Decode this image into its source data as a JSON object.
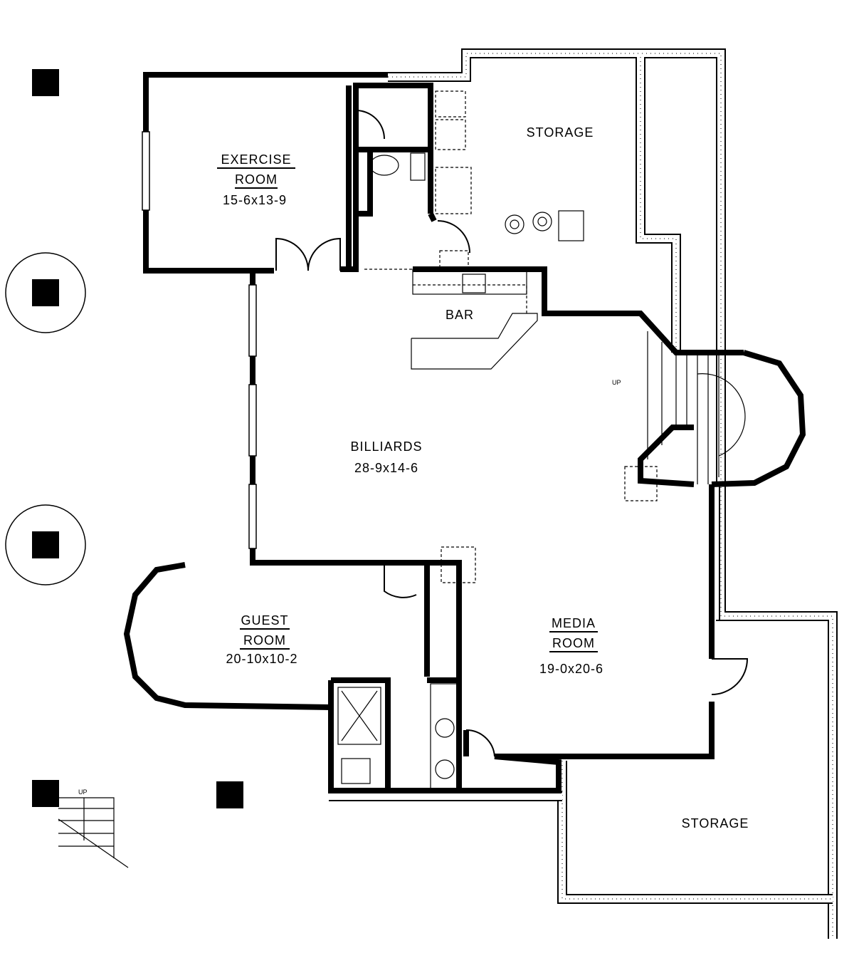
{
  "rooms": {
    "exercise": {
      "line1": "EXERCISE",
      "line2": "ROOM",
      "size": "15-6x13-9"
    },
    "storage_top": {
      "name": "STORAGE"
    },
    "bar": {
      "name": "BAR"
    },
    "billiards": {
      "name": "BILLIARDS",
      "size": "28-9x14-6"
    },
    "guest": {
      "line1": "GUEST",
      "line2": "ROOM",
      "size": "20-10x10-2"
    },
    "media": {
      "line1": "MEDIA",
      "line2": "ROOM",
      "size": "19-0x20-6"
    },
    "storage_bottom": {
      "name": "STORAGE"
    }
  },
  "stairs": {
    "main_label": "UP",
    "exterior_label": "UP"
  }
}
